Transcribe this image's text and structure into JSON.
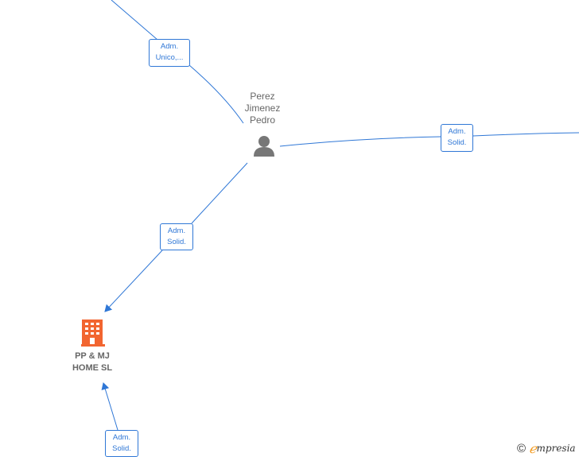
{
  "nodes": {
    "person": {
      "name": "Perez\nJimenez\nPedro",
      "icon": "person-icon",
      "color": "#777777"
    },
    "company": {
      "name": "PP & MJ\nHOME  SL",
      "icon": "building-icon",
      "color": "#f26530"
    }
  },
  "edges": [
    {
      "label": "Adm.\nUnico,..."
    },
    {
      "label": "Adm.\nSolid."
    },
    {
      "label": "Adm.\nSolid."
    },
    {
      "label": "Adm.\nSolid."
    }
  ],
  "edge_color": "#2f77d6",
  "brand": {
    "copyright": "©",
    "e": "ℯ",
    "name": "mpresia"
  }
}
